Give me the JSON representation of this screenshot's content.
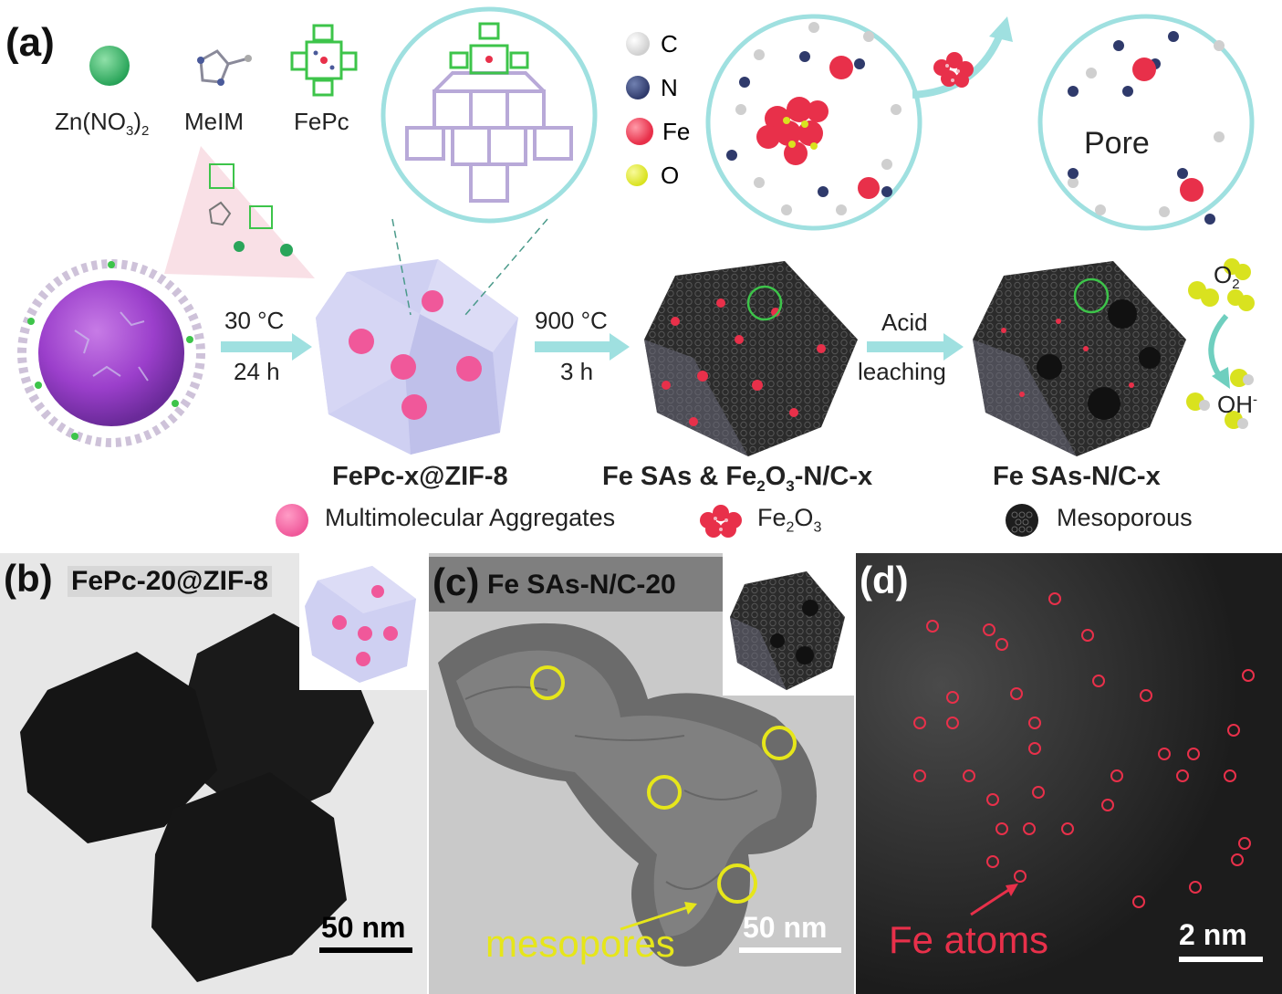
{
  "panel_a": {
    "letter": "(a)",
    "precursors": {
      "zn": "Zn(NO",
      "zn_sub": "3",
      "zn_close": ")",
      "zn_sub2": "2",
      "melm": "MeIM",
      "fepc": "FePc"
    },
    "legend_atoms": [
      {
        "symbol": "C",
        "color": "#d9d9d9"
      },
      {
        "symbol": "N",
        "color": "#2f3a6b"
      },
      {
        "symbol": "Fe",
        "color": "#e8304a"
      },
      {
        "symbol": "O",
        "color": "#d9e21f"
      }
    ],
    "step1": {
      "temp": "30 °C",
      "time": "24 h"
    },
    "step2": {
      "temp": "900 °C",
      "time": "3 h"
    },
    "step3": {
      "line1": "Acid",
      "line2": "leaching"
    },
    "pore_label": "Pore",
    "o2": "O",
    "o2_sub": "2",
    "oh": "OH",
    "oh_sup": "-",
    "product1": "FePc-x@ZIF-8",
    "product2_pre": "Fe SAs & Fe",
    "product2_sub1": "2",
    "product2_mid": "O",
    "product2_sub2": "3",
    "product2_post": "-N/C-x",
    "product3": "Fe SAs-N/C-x",
    "legend_items": {
      "aggregates": "Multimolecular Aggregates",
      "fe2o3_pre": "Fe",
      "fe2o3_sub1": "2",
      "fe2o3_mid": "O",
      "fe2o3_sub2": "3",
      "mesoporous": "Mesoporous"
    }
  },
  "panel_b": {
    "letter": "(b)",
    "title": "FePc-20@ZIF-8",
    "scale": "50 nm"
  },
  "panel_c": {
    "letter": "(c)",
    "title": "Fe SAs-N/C-20",
    "annotation": "mesopores",
    "scale": "50 nm"
  },
  "panel_d": {
    "letter": "(d)",
    "annotation": "Fe atoms",
    "scale": "2 nm"
  },
  "colors": {
    "fe": "#e8304a",
    "arrow": "#9fe0e0",
    "mesopore_circle": "#e6e61a",
    "fe_label": "#e8304a",
    "pink": "#f0589a"
  }
}
